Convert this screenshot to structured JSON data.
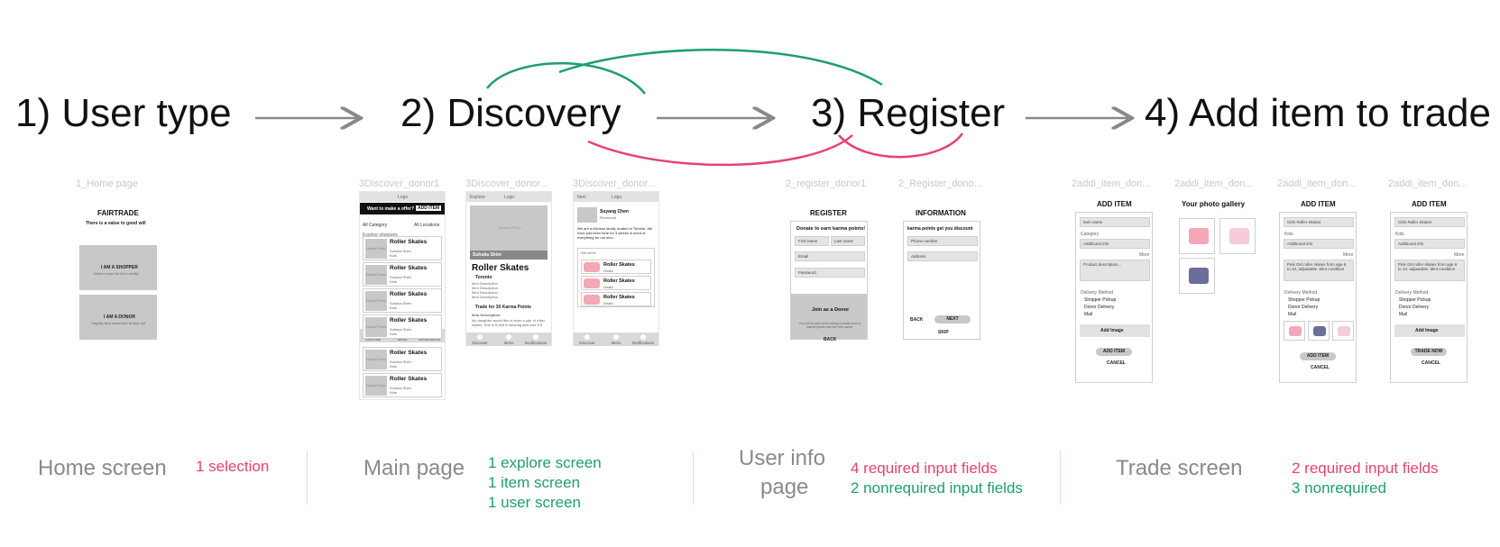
{
  "steps": [
    {
      "label": "1) User type"
    },
    {
      "label": "2) Discovery"
    },
    {
      "label": "3) Register"
    },
    {
      "label": "4) Add item to trade"
    }
  ],
  "frames": {
    "home": "1_Home page",
    "discover1": "3Discover_donor1",
    "discover2": "3Discover_donor...",
    "discover3": "3Discover_donor...",
    "register1": "2_register_donor1",
    "register2": "2_Register_dono...",
    "add1": "2addi_item_don...",
    "add2": "2addi_item_don...",
    "add3": "2addi_item_don...",
    "add4": "2addi_item_don..."
  },
  "home": {
    "title": "FAIRTRADE",
    "subtitle": "There is a value to good will",
    "shopper": "I AM A SHOPPER",
    "shopper_sub": "Want a store for the Locality",
    "donor": "I AM A DONOR",
    "donor_sub": "Happily who would like to help out"
  },
  "discover": {
    "logo": "Logo",
    "banner": "Want to make a offer?",
    "banner_btn": "ADD ITEM",
    "filter_cat": "All Category",
    "filter_loc": "All Locations",
    "section": "Explore shoppers",
    "item_title": "Roller Skates",
    "item_sub": "Suhuka Shim",
    "item_sub2": "Kids",
    "thumb_text": "Nearby Photo",
    "tab_discover": "Discover",
    "tab_items": "Items",
    "tab_notif": "Notifications",
    "explore": "Explore",
    "seller": "Suhuka Shim",
    "city": "Toronto",
    "trade": "Trade for 30 Karma Points",
    "desc_label": "Item Description:",
    "desc_line": "Item Description",
    "item_back": "Item",
    "user_name": "Suyang Chen",
    "user_loc": "Richmond",
    "user_bio": "We are a chinese family located in Toronto. We have just been here for 3 weeks in need of everything for our sea...",
    "user_need": "We need:",
    "user_item_sub": "Details"
  },
  "register": {
    "title1": "REGISTER",
    "heading1": "Donate to earn karma points!",
    "first": "First name",
    "last": "Last name",
    "email": "Email",
    "password": "Password",
    "join": "Join as a Donor",
    "join_sub": "You are for join who's willing to trade food or karma points with the new owner",
    "back": "BACK",
    "title2": "INFORMATION",
    "heading2": "karma points get you discount",
    "phone": "Phone number",
    "address": "Address",
    "back2": "BACK",
    "next": "NEXT",
    "skip": "SKIP"
  },
  "additem": {
    "title": "ADD ITEM",
    "gallery": "Your photo gallery",
    "item_name": "Item name",
    "category": "Category",
    "additional": "Additional info",
    "product": "Product description...",
    "more": "More",
    "delivery": "Delivery Method",
    "opt1": "Shopper Pickup",
    "opt2": "Donor Delivery",
    "opt3": "Mail",
    "add_image": "Add Image",
    "add_btn": "ADD ITEM",
    "cancel": "CANCEL",
    "filled_name": "Girls Roller Skates",
    "filled_cat": "Kids",
    "filled_desc": "Pink Girl roller skates from age 6 to 10, adjustable. Mint condition",
    "trade_btn": "TRADE NOW"
  },
  "captions": {
    "home": "Home screen",
    "home_note": "1 selection",
    "main": "Main page",
    "main_n1": "1 explore screen",
    "main_n2": "1 item screen",
    "main_n3": "1 user screen",
    "user1": "User info",
    "user2": "page",
    "user_req": "4 required input fields",
    "user_nonreq": "2 nonrequired input fields",
    "trade": "Trade screen",
    "trade_req": "2 required input fields",
    "trade_nonreq": "3 nonrequired"
  },
  "colors": {
    "green": "#1e9e6e",
    "red": "#e6436d",
    "arrow": "#888888"
  }
}
